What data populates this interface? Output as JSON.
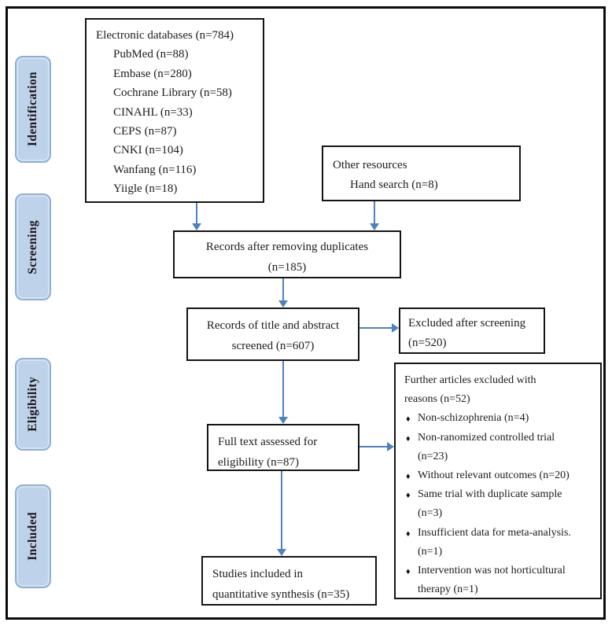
{
  "colors": {
    "arrow_blue": "#4f81bd",
    "stage_fill": "#bed3ea",
    "stage_border": "#8fafd4",
    "box_border": "#141414",
    "text": "#1c1c1c"
  },
  "sidebar": {
    "stages": [
      {
        "label": "Identification"
      },
      {
        "label": "Screening"
      },
      {
        "label": "Eligibility"
      },
      {
        "label": "Included"
      }
    ]
  },
  "flow": {
    "electronic_databases": {
      "title": "Electronic databases (n=784)",
      "items": [
        "PubMed (n=88)",
        "Embase (n=280)",
        "Cochrane Library (n=58)",
        "CINAHL (n=33)",
        "CEPS (n=87)",
        "CNKI (n=104)",
        "Wanfang (n=116)",
        "Yiigle (n=18)"
      ]
    },
    "other_resources": {
      "title": "Other resources",
      "items": [
        "Hand search (n=8)"
      ]
    },
    "records_after_duplicates": {
      "lines": [
        "Records after removing duplicates",
        "(n=185)"
      ]
    },
    "title_abstract_screened": {
      "lines": [
        "Records of title and abstract",
        "screened (n=607)"
      ]
    },
    "excluded_after_screening": {
      "lines": [
        "Excluded after screening",
        "(n=520)"
      ]
    },
    "full_text_assessed": {
      "lines": [
        "Full text assessed for",
        "eligibility  (n=87)"
      ]
    },
    "further_excluded": {
      "heading_lines": [
        "Further articles excluded with",
        "reasons (n=52)"
      ],
      "bullet": "♦",
      "reasons": [
        {
          "lines": [
            "Non-schizophrenia (n=4)"
          ]
        },
        {
          "lines": [
            "Non-ranomized controlled trial",
            "(n=23)"
          ]
        },
        {
          "lines": [
            "Without relevant outcomes (n=20)"
          ]
        },
        {
          "lines": [
            "Same trial with duplicate sample",
            "(n=3)"
          ]
        },
        {
          "lines": [
            "Insufficient data for meta-analysis.",
            "(n=1)"
          ]
        },
        {
          "lines": [
            "Intervention was not horticultural",
            "therapy (n=1)"
          ]
        }
      ]
    },
    "studies_included": {
      "lines": [
        "Studies included in",
        "quantitative  synthesis (n=35)"
      ]
    }
  }
}
